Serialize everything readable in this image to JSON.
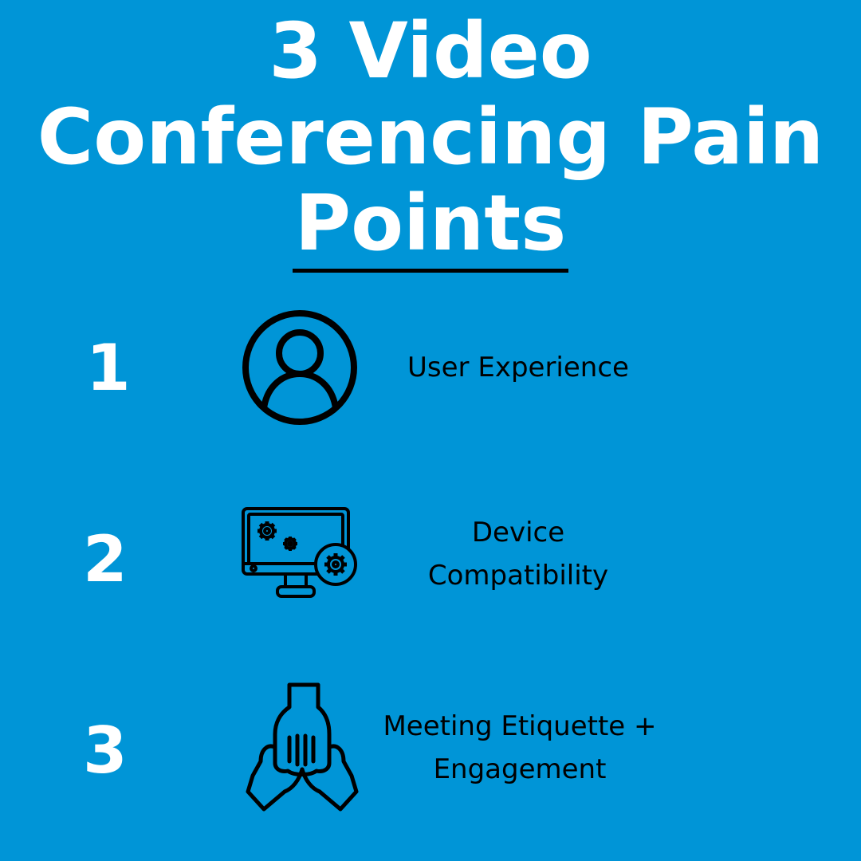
{
  "background_color": "#0095d7",
  "title": {
    "lines": [
      "3 Video",
      "Conferencing Pain",
      "Points"
    ],
    "color": "#ffffff",
    "underline_color": "#000000"
  },
  "items": [
    {
      "number": "1",
      "icon": "user-circle-icon",
      "label_lines": [
        "User Experience"
      ]
    },
    {
      "number": "2",
      "icon": "monitor-gears-icon",
      "label_lines": [
        "Device",
        "Compatibility"
      ]
    },
    {
      "number": "3",
      "icon": "stacked-hands-icon",
      "label_lines": [
        "Meeting Etiquette +",
        "Engagement"
      ]
    }
  ]
}
